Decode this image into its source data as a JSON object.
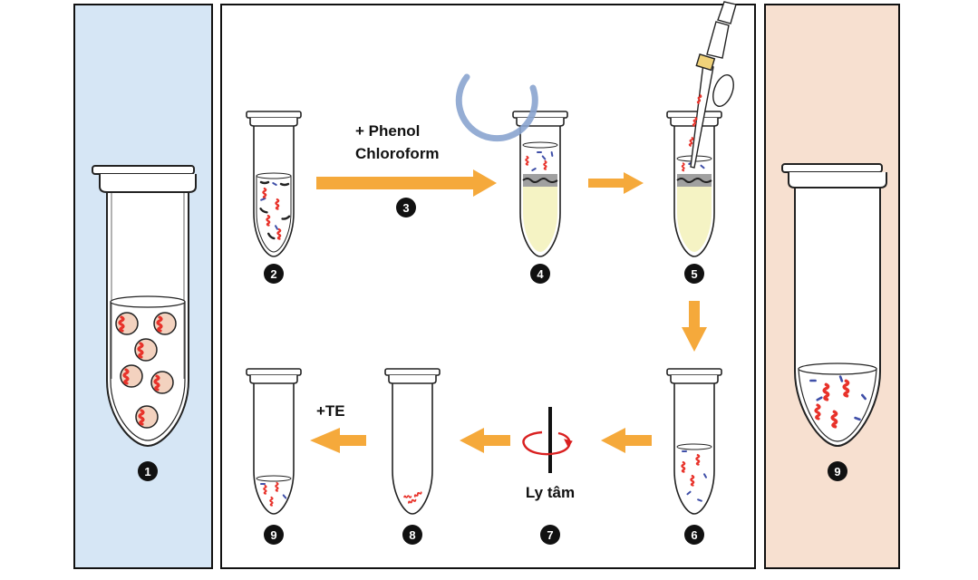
{
  "steps": [
    {
      "id": "1",
      "label": "1"
    },
    {
      "id": "2",
      "label": "2"
    },
    {
      "id": "3",
      "label": "3"
    },
    {
      "id": "4",
      "label": "4"
    },
    {
      "id": "5",
      "label": "5"
    },
    {
      "id": "6",
      "label": "6"
    },
    {
      "id": "7",
      "label": "7"
    },
    {
      "id": "8",
      "label": "8"
    },
    {
      "id": "9a",
      "label": "9"
    },
    {
      "id": "9b",
      "label": "9"
    }
  ],
  "reagents": {
    "phenol_line1": "+ Phenol",
    "phenol_line2": "Chloroform",
    "te": "+TE",
    "centrifuge": "Ly tâm"
  },
  "colors": {
    "left_panel": "#d6e6f5",
    "right_panel": "#f7e0d0",
    "arrow": "#f5a93b",
    "dna": "#e8322a",
    "rna": "#3f4fa8",
    "aqueous_phase": "#f5f3c4",
    "interphase": "#a0a0a0",
    "rotor_arc": "#8aa4cf",
    "spin_arrow": "#d92020"
  }
}
